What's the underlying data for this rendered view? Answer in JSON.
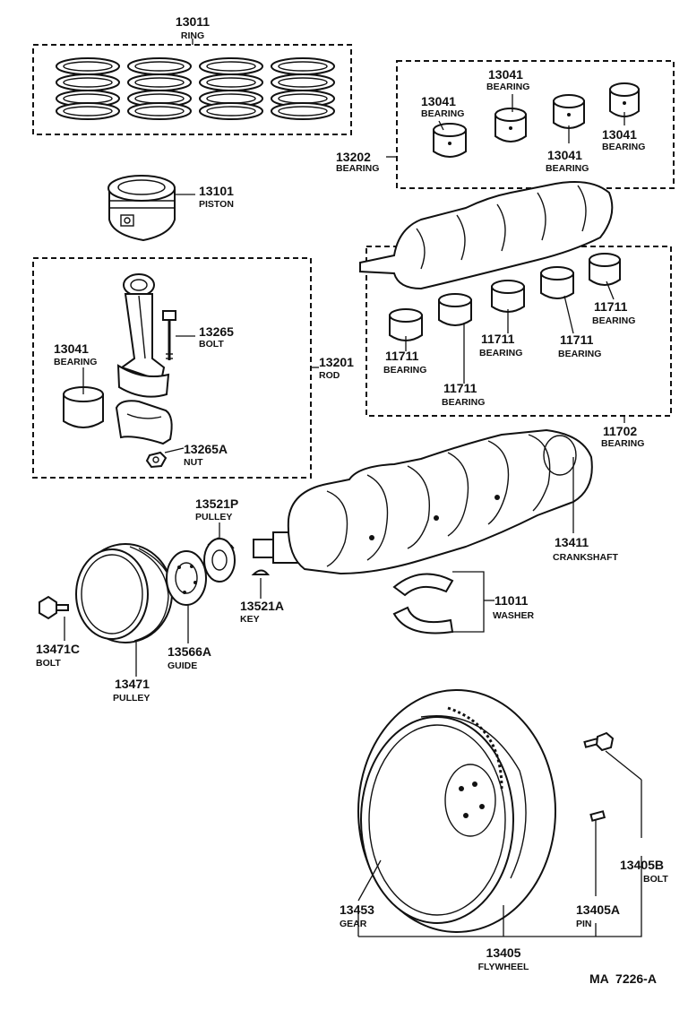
{
  "parts": {
    "ring": {
      "number": "13011",
      "name": "RING"
    },
    "piston": {
      "number": "13101",
      "name": "PISTON"
    },
    "bearing_set_upper": {
      "number": "13202",
      "name": "BEARING"
    },
    "bearing_a": {
      "number": "13041",
      "name": "BEARING"
    },
    "bearing_b": {
      "number": "13041",
      "name": "BEARING"
    },
    "bearing_c": {
      "number": "13041",
      "name": "BEARING"
    },
    "bearing_d": {
      "number": "13041",
      "name": "BEARING"
    },
    "rod_bolt": {
      "number": "13265",
      "name": "BOLT"
    },
    "rod_bearing": {
      "number": "13041",
      "name": "BEARING"
    },
    "rod": {
      "number": "13201",
      "name": "ROD"
    },
    "rod_nut": {
      "number": "13265A",
      "name": "NUT"
    },
    "main_bearing_1": {
      "number": "11711",
      "name": "BEARING"
    },
    "main_bearing_2": {
      "number": "11711",
      "name": "BEARING"
    },
    "main_bearing_3": {
      "number": "11711",
      "name": "BEARING"
    },
    "main_bearing_4": {
      "number": "11711",
      "name": "BEARING"
    },
    "main_bearing_5": {
      "number": "11711",
      "name": "BEARING"
    },
    "main_bearing_set": {
      "number": "11702",
      "name": "BEARING"
    },
    "crank_pulley_gear": {
      "number": "13521P",
      "name": "PULLEY"
    },
    "crankshaft": {
      "number": "13411",
      "name": "CRANKSHAFT"
    },
    "washer": {
      "number": "11011",
      "name": "WASHER"
    },
    "key": {
      "number": "13521A",
      "name": "KEY"
    },
    "pulley_bolt": {
      "number": "13471C",
      "name": "BOLT"
    },
    "guide": {
      "number": "13566A",
      "name": "GUIDE"
    },
    "pulley": {
      "number": "13471",
      "name": "PULLEY"
    },
    "flywheel_bolt": {
      "number": "13405B",
      "name": "BOLT"
    },
    "ring_gear": {
      "number": "13453",
      "name": "GEAR"
    },
    "pin": {
      "number": "13405A",
      "name": "PIN"
    },
    "flywheel": {
      "number": "13405",
      "name": "FLYWHEEL"
    }
  },
  "figure_code": "MA  7226-A"
}
